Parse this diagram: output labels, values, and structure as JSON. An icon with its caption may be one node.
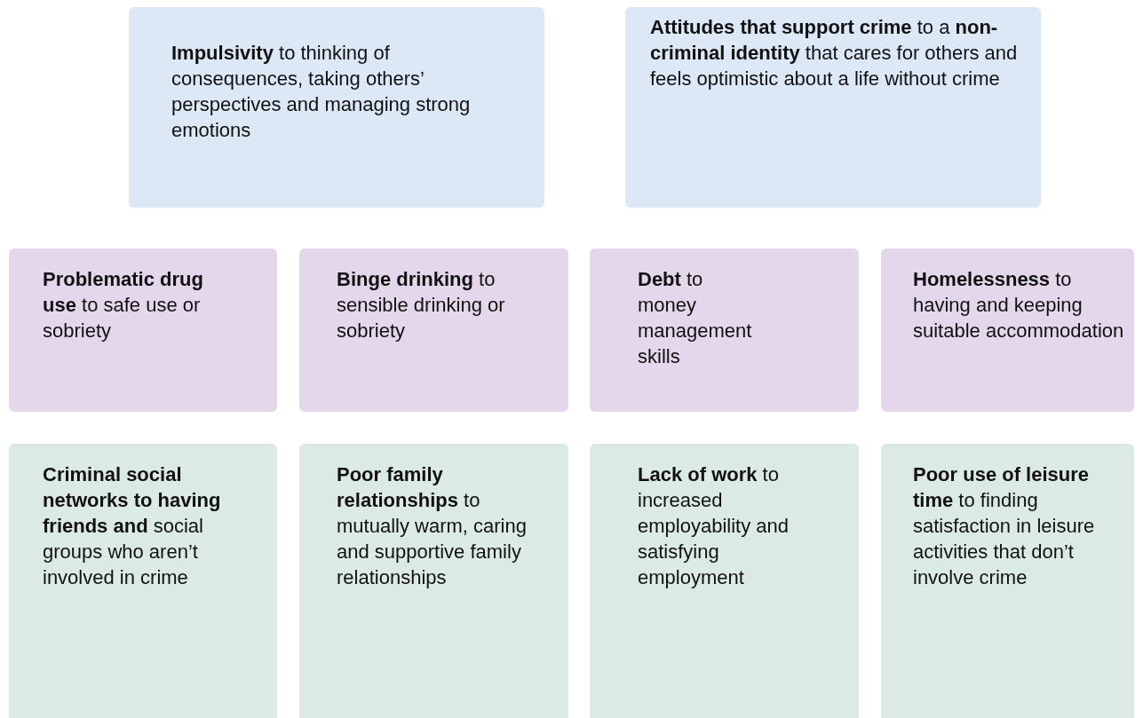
{
  "diagram": {
    "nodes": [
      {
        "text": [
          "**Impulsivity** to thinking of consequences, taking others’ perspectives and managing strong emotions"
        ]
      },
      {
        "text": [
          "**Attitudes that support crime** to a **non-criminal identity** that cares for others and feels optimistic about a life without crime"
        ]
      },
      {
        "text": [
          "**Problematic drug use** to safe use or sobriety"
        ]
      },
      {
        "text": [
          "**Binge drinking** to sensible drinking or sobriety"
        ]
      },
      {
        "text": [
          "**Debt** to money management skills"
        ]
      },
      {
        "text": [
          "**Homelessness** to having and keeping suitable accommodation"
        ]
      },
      {
        "text": [
          "**Criminal social networks to having friends and** social groups who aren’t involved in crime"
        ]
      },
      {
        "text": [
          "**Poor family relationships** to mutually warm, caring and supportive family relationships"
        ]
      },
      {
        "text": [
          "**Lack of work** to increased employability and satisfying employment"
        ]
      },
      {
        "text": [
          "**Poor use of leisure time** to finding satisfaction in leisure activities that don’t involve crime"
        ]
      }
    ]
  }
}
